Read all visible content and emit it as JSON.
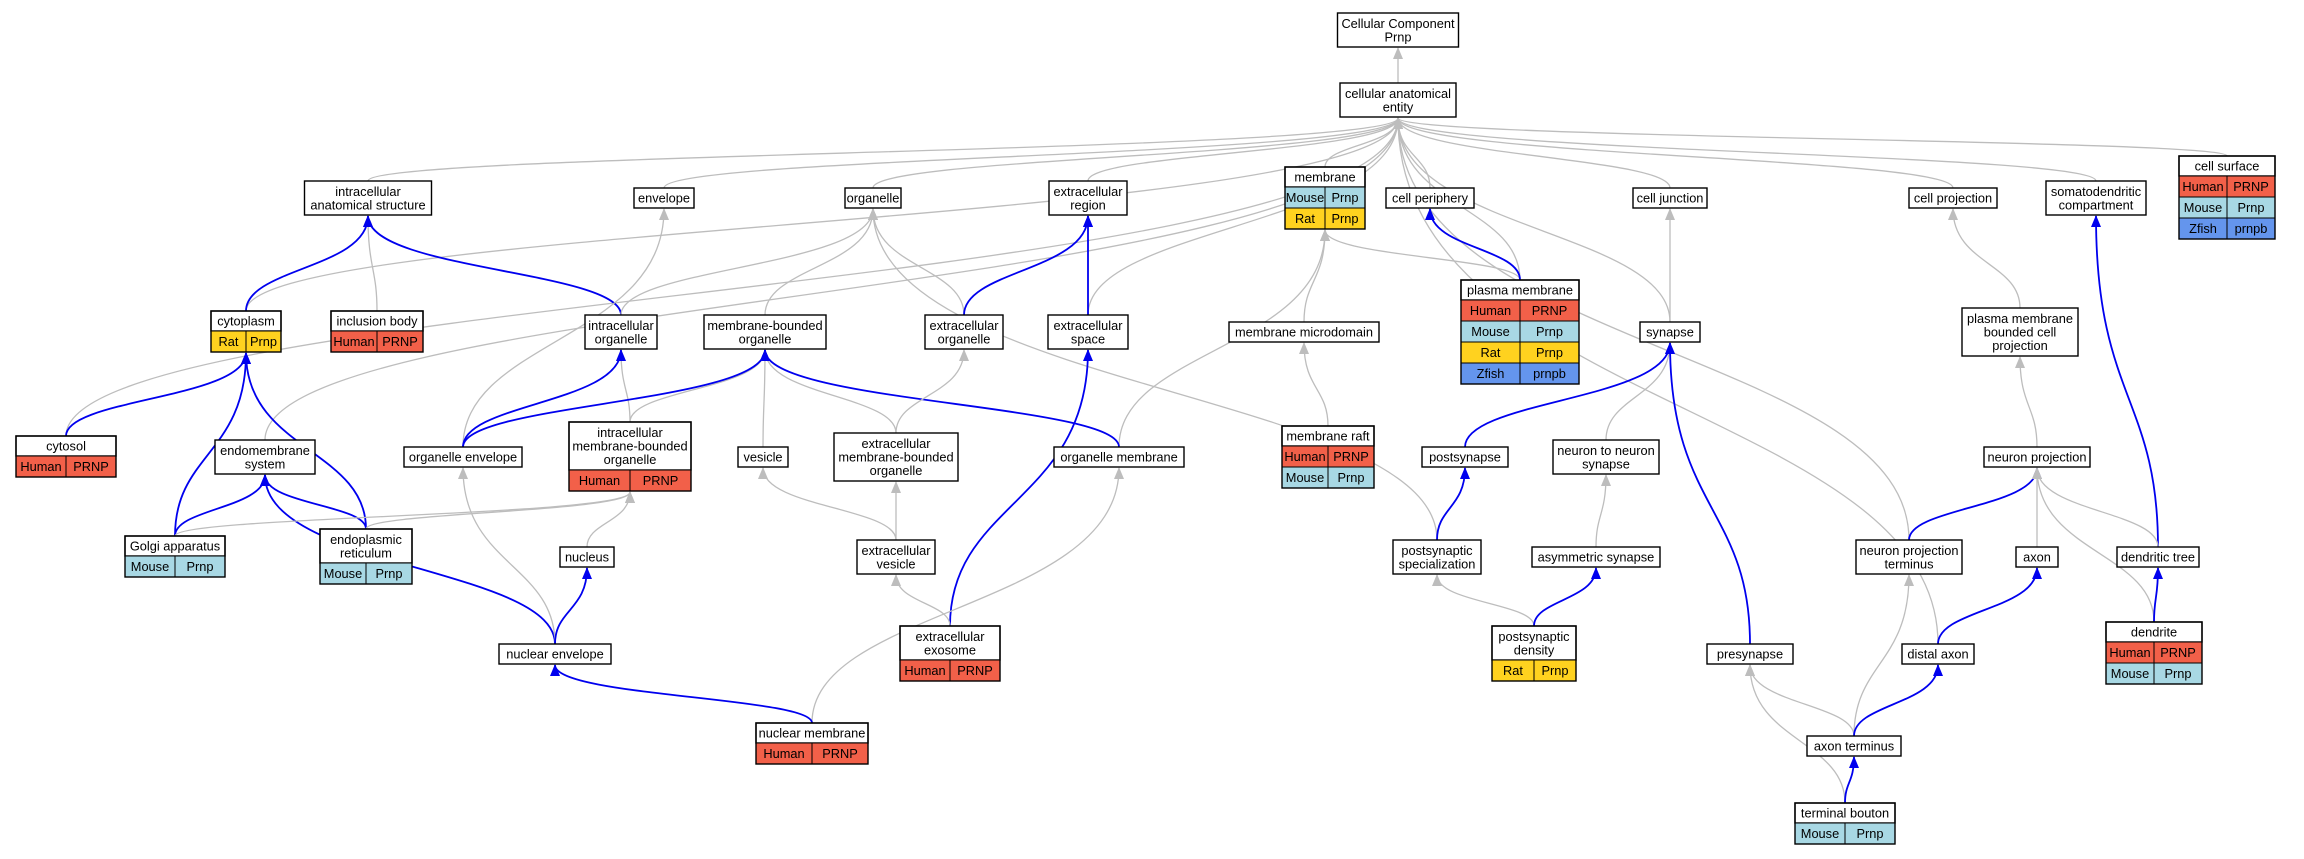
{
  "colors": {
    "Human": "#f26049",
    "Mouse": "#a8d8e4",
    "Rat": "#ffd21f",
    "Zfish": "#6495ed",
    "edge_blue": "#0000ee",
    "edge_gray": "#bdbdbd"
  },
  "nodes": [
    {
      "id": "root",
      "lines": [
        "Cellular Component",
        "Prnp"
      ]
    },
    {
      "id": "cae",
      "lines": [
        "cellular anatomical",
        "entity"
      ]
    },
    {
      "id": "ias",
      "lines": [
        "intracellular",
        "anatomical structure"
      ]
    },
    {
      "id": "envelope",
      "lines": [
        "envelope"
      ]
    },
    {
      "id": "organelle",
      "lines": [
        "organelle"
      ]
    },
    {
      "id": "extreg",
      "lines": [
        "extracellular",
        "region"
      ]
    },
    {
      "id": "membrane",
      "lines": [
        "membrane"
      ],
      "rows": [
        [
          "Mouse",
          "Prnp"
        ],
        [
          "Rat",
          "Prnp"
        ]
      ]
    },
    {
      "id": "cellper",
      "lines": [
        "cell periphery"
      ]
    },
    {
      "id": "celljunc",
      "lines": [
        "cell junction"
      ]
    },
    {
      "id": "cellproj",
      "lines": [
        "cell projection"
      ]
    },
    {
      "id": "somato",
      "lines": [
        "somatodendritic",
        "compartment"
      ]
    },
    {
      "id": "cellsurf",
      "lines": [
        "cell surface"
      ],
      "rows": [
        [
          "Human",
          "PRNP"
        ],
        [
          "Mouse",
          "Prnp"
        ],
        [
          "Zfish",
          "prnpb"
        ]
      ]
    },
    {
      "id": "cytoplasm",
      "lines": [
        "cytoplasm"
      ],
      "rows": [
        [
          "Rat",
          "Prnp"
        ]
      ]
    },
    {
      "id": "inclusion",
      "lines": [
        "inclusion body"
      ],
      "rows": [
        [
          "Human",
          "PRNP"
        ]
      ]
    },
    {
      "id": "intorg",
      "lines": [
        "intracellular",
        "organelle"
      ]
    },
    {
      "id": "mbo",
      "lines": [
        "membrane-bounded",
        "organelle"
      ]
    },
    {
      "id": "extorg",
      "lines": [
        "extracellular",
        "organelle"
      ]
    },
    {
      "id": "extspace",
      "lines": [
        "extracellular",
        "space"
      ]
    },
    {
      "id": "mmicro",
      "lines": [
        "membrane microdomain"
      ]
    },
    {
      "id": "pm",
      "lines": [
        "plasma membrane"
      ],
      "rows": [
        [
          "Human",
          "PRNP"
        ],
        [
          "Mouse",
          "Prnp"
        ],
        [
          "Rat",
          "Prnp"
        ],
        [
          "Zfish",
          "prnpb"
        ]
      ]
    },
    {
      "id": "synapse",
      "lines": [
        "synapse"
      ]
    },
    {
      "id": "pmbcp",
      "lines": [
        "plasma membrane",
        "bounded cell",
        "projection"
      ]
    },
    {
      "id": "cytosol",
      "lines": [
        "cytosol"
      ],
      "rows": [
        [
          "Human",
          "PRNP"
        ]
      ]
    },
    {
      "id": "endomem",
      "lines": [
        "endomembrane",
        "system"
      ]
    },
    {
      "id": "orgenv",
      "lines": [
        "organelle envelope"
      ]
    },
    {
      "id": "imbo",
      "lines": [
        "intracellular",
        "membrane-bounded",
        "organelle"
      ],
      "rows": [
        [
          "Human",
          "PRNP"
        ]
      ]
    },
    {
      "id": "vesicle",
      "lines": [
        "vesicle"
      ]
    },
    {
      "id": "embo",
      "lines": [
        "extracellular",
        "membrane-bounded",
        "organelle"
      ]
    },
    {
      "id": "orgmem",
      "lines": [
        "organelle membrane"
      ]
    },
    {
      "id": "mraft",
      "lines": [
        "membrane raft"
      ],
      "rows": [
        [
          "Human",
          "PRNP"
        ],
        [
          "Mouse",
          "Prnp"
        ]
      ]
    },
    {
      "id": "postsyn",
      "lines": [
        "postsynapse"
      ]
    },
    {
      "id": "n2n",
      "lines": [
        "neuron to neuron",
        "synapse"
      ]
    },
    {
      "id": "neuproj",
      "lines": [
        "neuron projection"
      ]
    },
    {
      "id": "golgi",
      "lines": [
        "Golgi apparatus"
      ],
      "rows": [
        [
          "Mouse",
          "Prnp"
        ]
      ]
    },
    {
      "id": "er",
      "lines": [
        "endoplasmic",
        "reticulum"
      ],
      "rows": [
        [
          "Mouse",
          "Prnp"
        ]
      ]
    },
    {
      "id": "nucleus",
      "lines": [
        "nucleus"
      ]
    },
    {
      "id": "extves",
      "lines": [
        "extracellular",
        "vesicle"
      ]
    },
    {
      "id": "pss",
      "lines": [
        "postsynaptic",
        "specialization"
      ]
    },
    {
      "id": "asym",
      "lines": [
        "asymmetric synapse"
      ]
    },
    {
      "id": "npt",
      "lines": [
        "neuron projection",
        "terminus"
      ]
    },
    {
      "id": "axon",
      "lines": [
        "axon"
      ]
    },
    {
      "id": "dtree",
      "lines": [
        "dendritic tree"
      ]
    },
    {
      "id": "nucenv",
      "lines": [
        "nuclear envelope"
      ]
    },
    {
      "id": "exosome",
      "lines": [
        "extracellular",
        "exosome"
      ],
      "rows": [
        [
          "Human",
          "PRNP"
        ]
      ]
    },
    {
      "id": "psd",
      "lines": [
        "postsynaptic",
        "density"
      ],
      "rows": [
        [
          "Rat",
          "Prnp"
        ]
      ]
    },
    {
      "id": "presyn",
      "lines": [
        "presynapse"
      ]
    },
    {
      "id": "distax",
      "lines": [
        "distal axon"
      ]
    },
    {
      "id": "dendrite",
      "lines": [
        "dendrite"
      ],
      "rows": [
        [
          "Human",
          "PRNP"
        ],
        [
          "Mouse",
          "Prnp"
        ]
      ]
    },
    {
      "id": "nucmem",
      "lines": [
        "nuclear membrane"
      ],
      "rows": [
        [
          "Human",
          "PRNP"
        ]
      ]
    },
    {
      "id": "axterm",
      "lines": [
        "axon terminus"
      ]
    },
    {
      "id": "tbouton",
      "lines": [
        "terminal bouton"
      ],
      "rows": [
        [
          "Mouse",
          "Prnp"
        ]
      ]
    }
  ],
  "edges": [
    {
      "from": "cae",
      "to": "root",
      "kind": "gray"
    },
    {
      "from": "ias",
      "to": "cae",
      "kind": "gray"
    },
    {
      "from": "envelope",
      "to": "cae",
      "kind": "gray"
    },
    {
      "from": "organelle",
      "to": "cae",
      "kind": "gray"
    },
    {
      "from": "extreg",
      "to": "cae",
      "kind": "gray"
    },
    {
      "from": "membrane",
      "to": "cae",
      "kind": "gray"
    },
    {
      "from": "cellper",
      "to": "cae",
      "kind": "gray"
    },
    {
      "from": "celljunc",
      "to": "cae",
      "kind": "gray"
    },
    {
      "from": "cellproj",
      "to": "cae",
      "kind": "gray"
    },
    {
      "from": "somato",
      "to": "cae",
      "kind": "gray"
    },
    {
      "from": "cellsurf",
      "to": "cae",
      "kind": "gray"
    },
    {
      "from": "cytoplasm",
      "to": "cae",
      "kind": "gray"
    },
    {
      "from": "cytosol",
      "to": "cae",
      "kind": "gray"
    },
    {
      "from": "endomem",
      "to": "cae",
      "kind": "gray"
    },
    {
      "from": "extspace",
      "to": "cae",
      "kind": "gray"
    },
    {
      "from": "pm",
      "to": "cae",
      "kind": "gray"
    },
    {
      "from": "synapse",
      "to": "cae",
      "kind": "gray"
    },
    {
      "from": "npt",
      "to": "cae",
      "kind": "gray"
    },
    {
      "from": "distax",
      "to": "cae",
      "kind": "gray"
    },
    {
      "from": "cytoplasm",
      "to": "ias",
      "kind": "blue"
    },
    {
      "from": "inclusion",
      "to": "ias",
      "kind": "gray"
    },
    {
      "from": "intorg",
      "to": "ias",
      "kind": "blue"
    },
    {
      "from": "orgenv",
      "to": "envelope",
      "kind": "gray"
    },
    {
      "from": "intorg",
      "to": "organelle",
      "kind": "gray"
    },
    {
      "from": "mbo",
      "to": "organelle",
      "kind": "gray"
    },
    {
      "from": "extorg",
      "to": "organelle",
      "kind": "gray"
    },
    {
      "from": "pss",
      "to": "organelle",
      "kind": "gray"
    },
    {
      "from": "extorg",
      "to": "extreg",
      "kind": "blue"
    },
    {
      "from": "extspace",
      "to": "extreg",
      "kind": "blue"
    },
    {
      "from": "mmicro",
      "to": "membrane",
      "kind": "gray"
    },
    {
      "from": "pm",
      "to": "membrane",
      "kind": "gray"
    },
    {
      "from": "orgmem",
      "to": "membrane",
      "kind": "gray"
    },
    {
      "from": "pm",
      "to": "cellper",
      "kind": "blue"
    },
    {
      "from": "synapse",
      "to": "celljunc",
      "kind": "gray"
    },
    {
      "from": "pmbcp",
      "to": "cellproj",
      "kind": "gray"
    },
    {
      "from": "dtree",
      "to": "somato",
      "kind": "blue"
    },
    {
      "from": "cytosol",
      "to": "cytoplasm",
      "kind": "blue"
    },
    {
      "from": "golgi",
      "to": "cytoplasm",
      "kind": "blue"
    },
    {
      "from": "er",
      "to": "cytoplasm",
      "kind": "blue"
    },
    {
      "from": "imbo",
      "to": "intorg",
      "kind": "gray"
    },
    {
      "from": "orgenv",
      "to": "intorg",
      "kind": "blue"
    },
    {
      "from": "imbo",
      "to": "mbo",
      "kind": "gray"
    },
    {
      "from": "vesicle",
      "to": "mbo",
      "kind": "gray"
    },
    {
      "from": "embo",
      "to": "mbo",
      "kind": "gray"
    },
    {
      "from": "orgenv",
      "to": "mbo",
      "kind": "blue"
    },
    {
      "from": "orgmem",
      "to": "mbo",
      "kind": "blue"
    },
    {
      "from": "embo",
      "to": "extorg",
      "kind": "gray"
    },
    {
      "from": "exosome",
      "to": "extspace",
      "kind": "blue"
    },
    {
      "from": "mraft",
      "to": "mmicro",
      "kind": "gray"
    },
    {
      "from": "postsyn",
      "to": "synapse",
      "kind": "blue"
    },
    {
      "from": "n2n",
      "to": "synapse",
      "kind": "gray"
    },
    {
      "from": "presyn",
      "to": "synapse",
      "kind": "blue"
    },
    {
      "from": "neuproj",
      "to": "pmbcp",
      "kind": "gray"
    },
    {
      "from": "golgi",
      "to": "endomem",
      "kind": "blue"
    },
    {
      "from": "er",
      "to": "endomem",
      "kind": "blue"
    },
    {
      "from": "nucenv",
      "to": "endomem",
      "kind": "blue"
    },
    {
      "from": "nucenv",
      "to": "orgenv",
      "kind": "gray"
    },
    {
      "from": "golgi",
      "to": "imbo",
      "kind": "gray"
    },
    {
      "from": "er",
      "to": "imbo",
      "kind": "gray"
    },
    {
      "from": "nucleus",
      "to": "imbo",
      "kind": "gray"
    },
    {
      "from": "extves",
      "to": "vesicle",
      "kind": "gray"
    },
    {
      "from": "extves",
      "to": "embo",
      "kind": "gray"
    },
    {
      "from": "nucmem",
      "to": "orgmem",
      "kind": "gray"
    },
    {
      "from": "pss",
      "to": "postsyn",
      "kind": "blue"
    },
    {
      "from": "asym",
      "to": "n2n",
      "kind": "gray"
    },
    {
      "from": "npt",
      "to": "neuproj",
      "kind": "blue"
    },
    {
      "from": "axon",
      "to": "neuproj",
      "kind": "gray"
    },
    {
      "from": "dtree",
      "to": "neuproj",
      "kind": "gray"
    },
    {
      "from": "dendrite",
      "to": "neuproj",
      "kind": "gray"
    },
    {
      "from": "nucenv",
      "to": "nucleus",
      "kind": "blue"
    },
    {
      "from": "exosome",
      "to": "extves",
      "kind": "gray"
    },
    {
      "from": "psd",
      "to": "pss",
      "kind": "gray"
    },
    {
      "from": "psd",
      "to": "asym",
      "kind": "blue"
    },
    {
      "from": "axterm",
      "to": "npt",
      "kind": "gray"
    },
    {
      "from": "distax",
      "to": "axon",
      "kind": "blue"
    },
    {
      "from": "dendrite",
      "to": "dtree",
      "kind": "blue"
    },
    {
      "from": "nucmem",
      "to": "nucenv",
      "kind": "blue"
    },
    {
      "from": "axterm",
      "to": "presyn",
      "kind": "gray"
    },
    {
      "from": "tbouton",
      "to": "presyn",
      "kind": "gray"
    },
    {
      "from": "axterm",
      "to": "distax",
      "kind": "blue"
    },
    {
      "from": "tbouton",
      "to": "axterm",
      "kind": "blue"
    }
  ]
}
